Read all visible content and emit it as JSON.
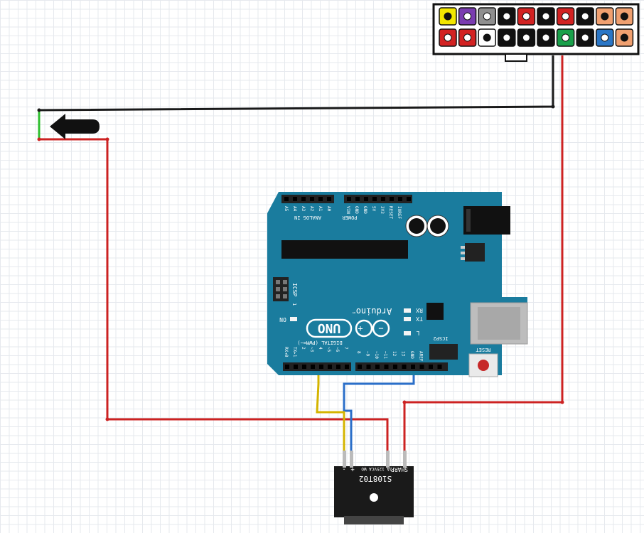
{
  "colors": {
    "board": "#1a7c9e",
    "board_dark": "#0f5f7b",
    "wire_red": "#cc2222",
    "wire_black": "#1a1a1a",
    "wire_blue": "#2b6fc9",
    "wire_yellow": "#d4b400",
    "wire_green": "#2fbf2f"
  },
  "atx_connector": {
    "top_row": [
      "#f2e600",
      "#7a3cb0",
      "#8f8f8f",
      "#111111",
      "#d22222",
      "#111111",
      "#d22222",
      "#111111",
      "#f0a070",
      "#f0a070"
    ],
    "bottom_row": [
      "#d22222",
      "#d22222",
      "#ffffff",
      "#111111",
      "#111111",
      "#111111",
      "#19a04a",
      "#111111",
      "#2a76c6",
      "#f0a070"
    ]
  },
  "arduino": {
    "logo_text": "Arduino",
    "tm": "™",
    "model": "UNO",
    "analog_pins": [
      "A5",
      "A4",
      "A3",
      "A2",
      "A1",
      "A0"
    ],
    "analog_label": "ANALOG IN",
    "power_pins": [
      "VIN",
      "GND",
      "GND",
      "5V",
      "3V3",
      "RESET",
      "IOREF"
    ],
    "power_label": "POWER",
    "digital_label": "DIGITAL (PWM=~)",
    "digital_left": [
      "RX◂0",
      "TX▸1",
      "2",
      "~3",
      "4",
      "~5",
      "~6",
      "7"
    ],
    "digital_right": [
      "8",
      "~9",
      "~10",
      "~11",
      "12",
      "13",
      "GND",
      "AREF"
    ],
    "icsp_label": "ICSP",
    "icsp2_label": "ICSP2",
    "reset_label": "RESET",
    "on_label": "ON",
    "l_label": "L",
    "tx_label": "TX",
    "rx_label": "RX",
    "one_label": "1"
  },
  "sensor": {
    "brand": "SHARP",
    "model": "S108T02",
    "rating": "2A 125VCA WO",
    "minus": "-",
    "plus": "+"
  }
}
